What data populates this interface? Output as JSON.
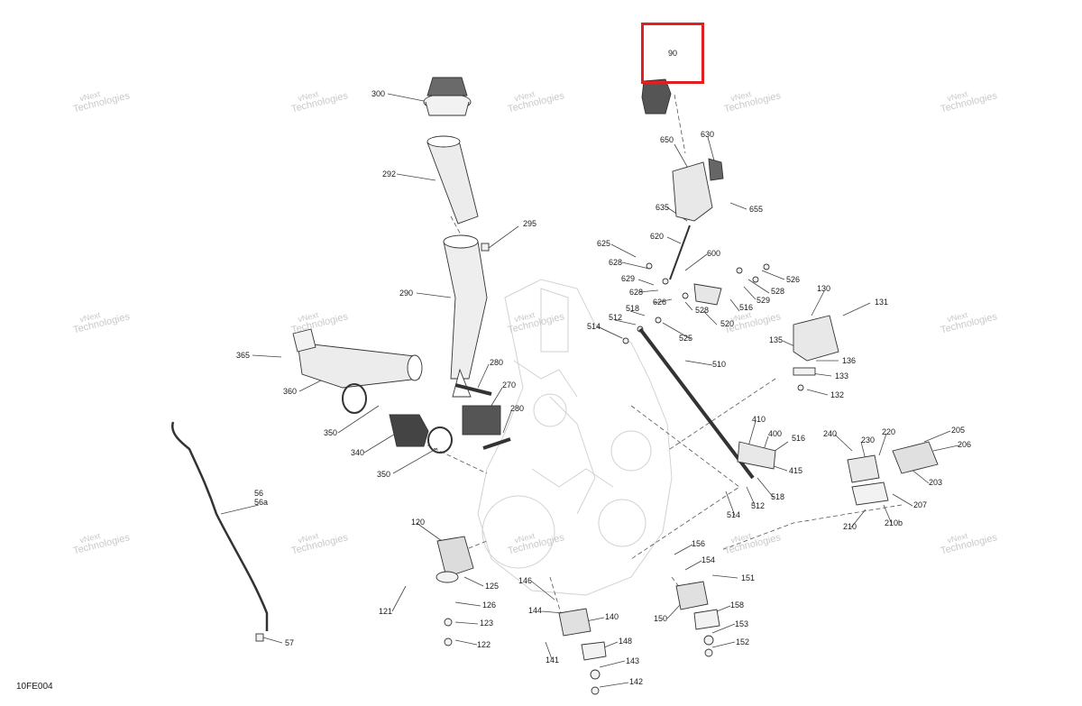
{
  "diagram": {
    "code": "10FE004",
    "watermark": {
      "line1": "vNext",
      "line2": "Technologies"
    },
    "highlighted_part": "90",
    "callouts": [
      "90",
      "300",
      "292",
      "295",
      "290",
      "365",
      "360",
      "350",
      "340",
      "350",
      "280",
      "270",
      "280",
      "56",
      "56a",
      "57",
      "120",
      "125",
      "126",
      "123",
      "122",
      "121",
      "146",
      "144",
      "140",
      "141",
      "148",
      "143",
      "142",
      "156",
      "154",
      "151",
      "150",
      "158",
      "153",
      "152",
      "650",
      "630",
      "635",
      "655",
      "620",
      "625",
      "628",
      "629",
      "628",
      "600",
      "626",
      "528",
      "520",
      "516",
      "529",
      "528",
      "526",
      "514",
      "512",
      "518",
      "525",
      "510",
      "130",
      "131",
      "135",
      "136",
      "133",
      "132",
      "410",
      "400",
      "516",
      "415",
      "518",
      "512",
      "514",
      "240",
      "230",
      "220",
      "205",
      "206",
      "203",
      "207",
      "210",
      "210b"
    ],
    "colors": {
      "highlight": "#e02020",
      "line": "#3a3a3a",
      "watermark": "#c9c9c9"
    }
  }
}
